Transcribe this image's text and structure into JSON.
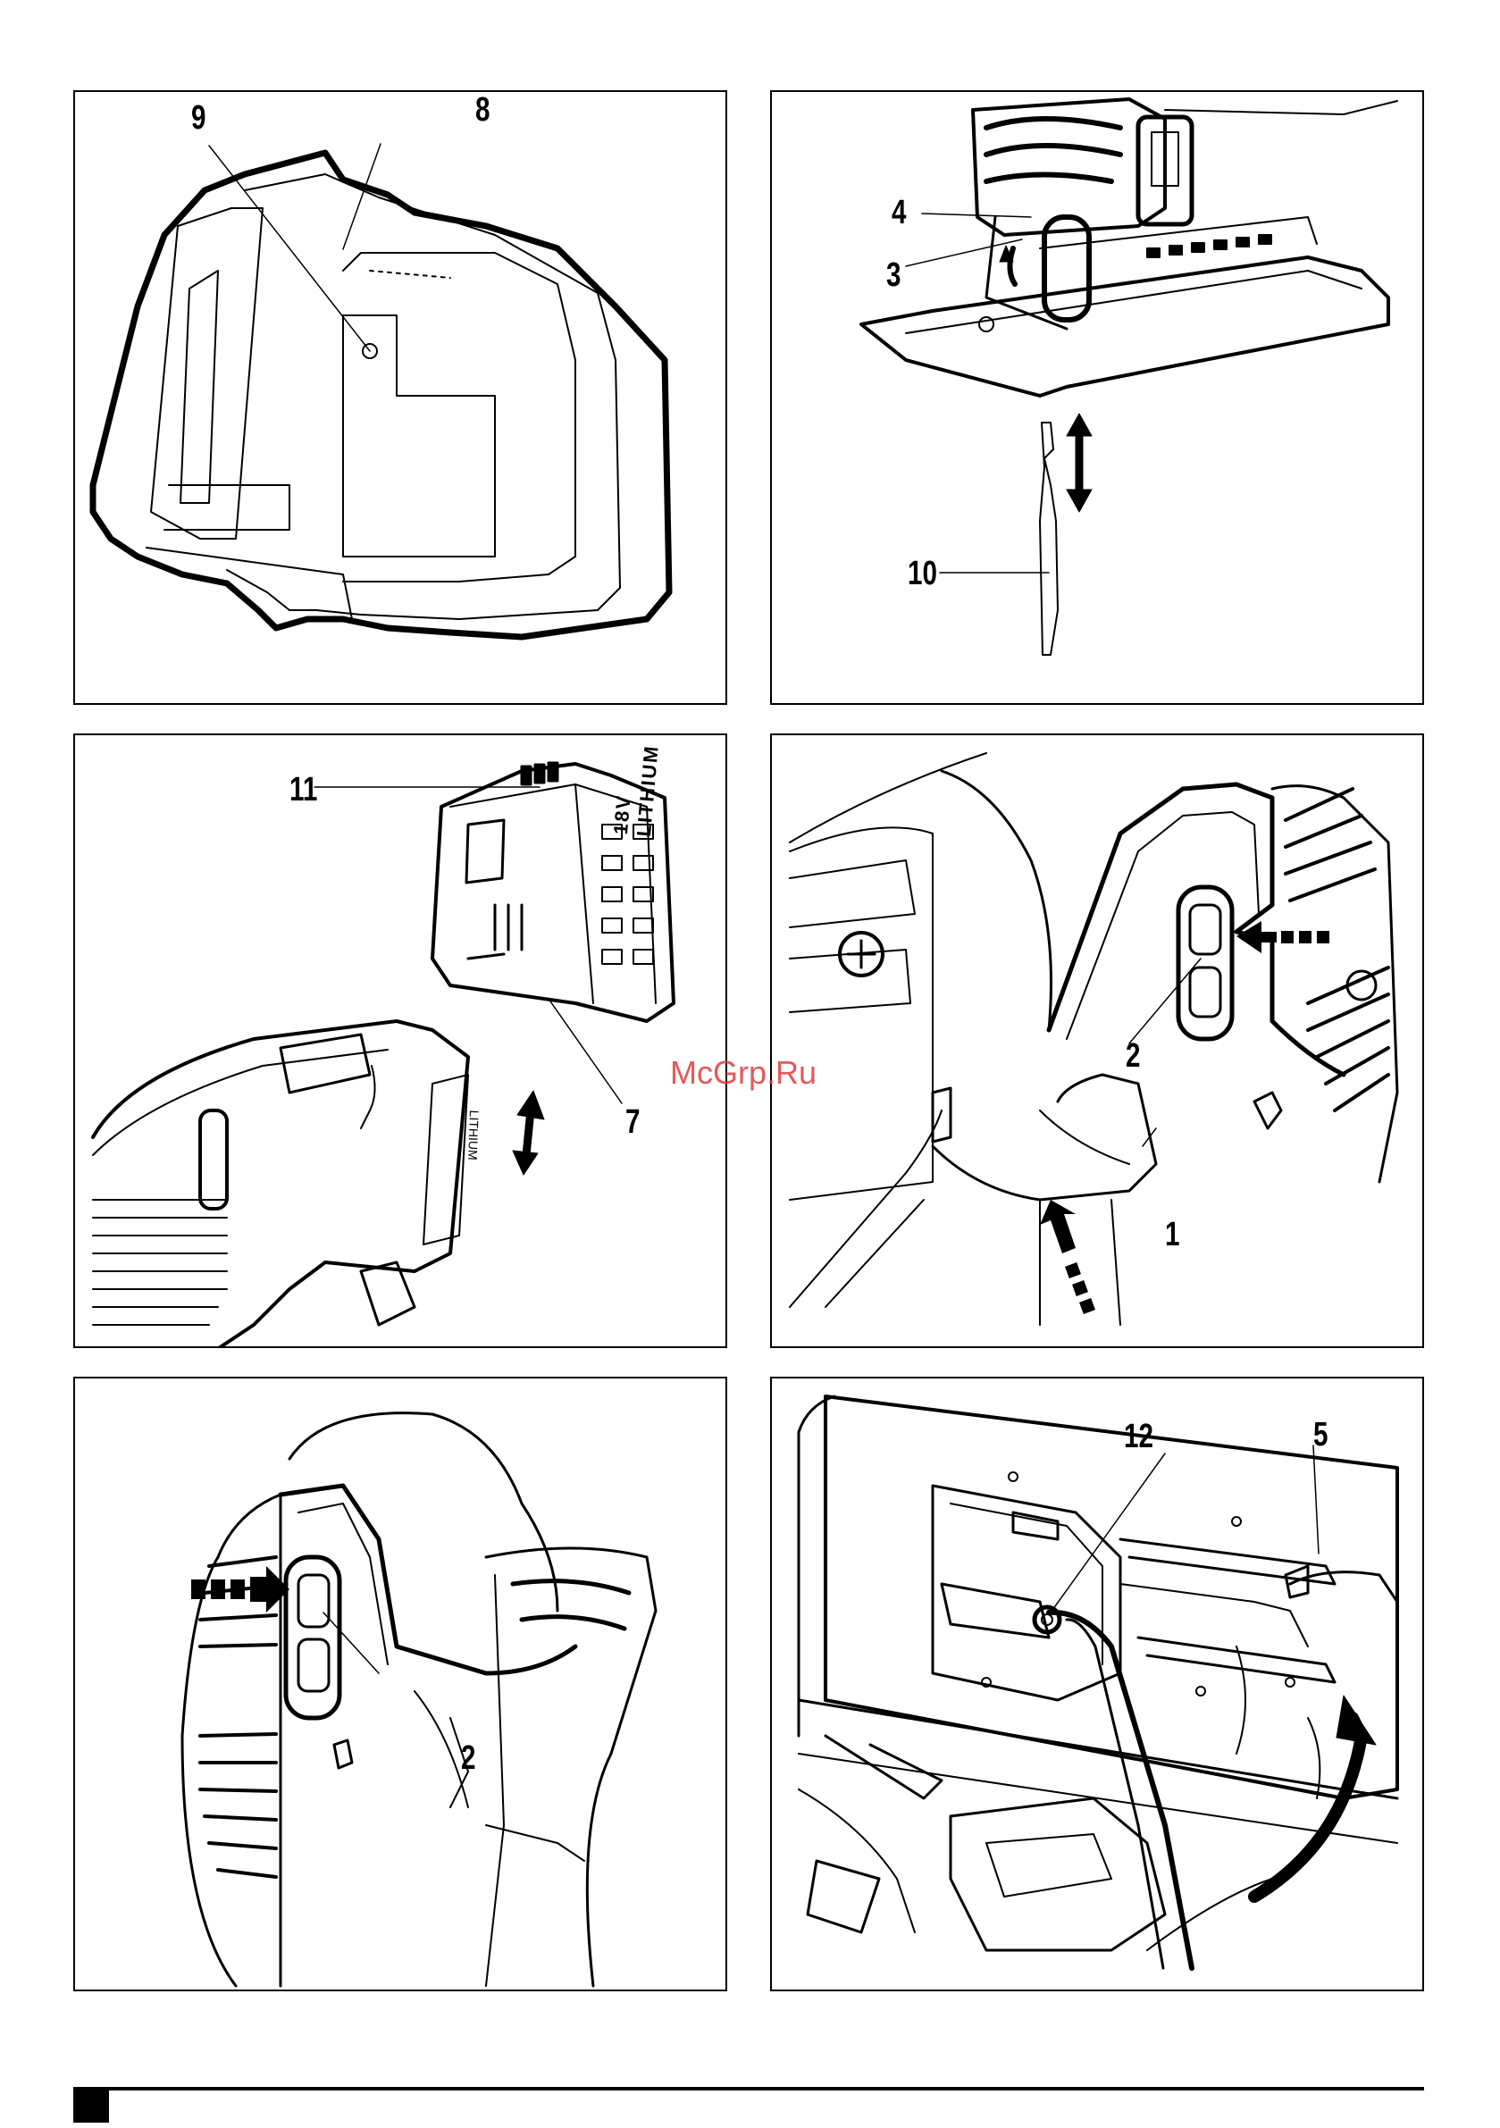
{
  "panels": {
    "charger": {
      "callouts": {
        "a": "9",
        "b": "8"
      }
    },
    "blade": {
      "callouts": {
        "a": "4",
        "b": "3",
        "c": "10"
      }
    },
    "battery": {
      "callouts": {
        "a": "11",
        "b": "7"
      },
      "battery_text": "18V LITHIUM",
      "tool_text": "LITHIUM"
    },
    "switch_lock": {
      "callouts": {
        "a": "2",
        "b": "1"
      }
    },
    "switch_push": {
      "callouts": {
        "a": "2"
      }
    },
    "shoe": {
      "callouts": {
        "a": "12",
        "b": "5"
      }
    }
  },
  "watermark": "McGrp.Ru",
  "colors": {
    "watermark": "#e23b3b",
    "ink": "#000000"
  }
}
